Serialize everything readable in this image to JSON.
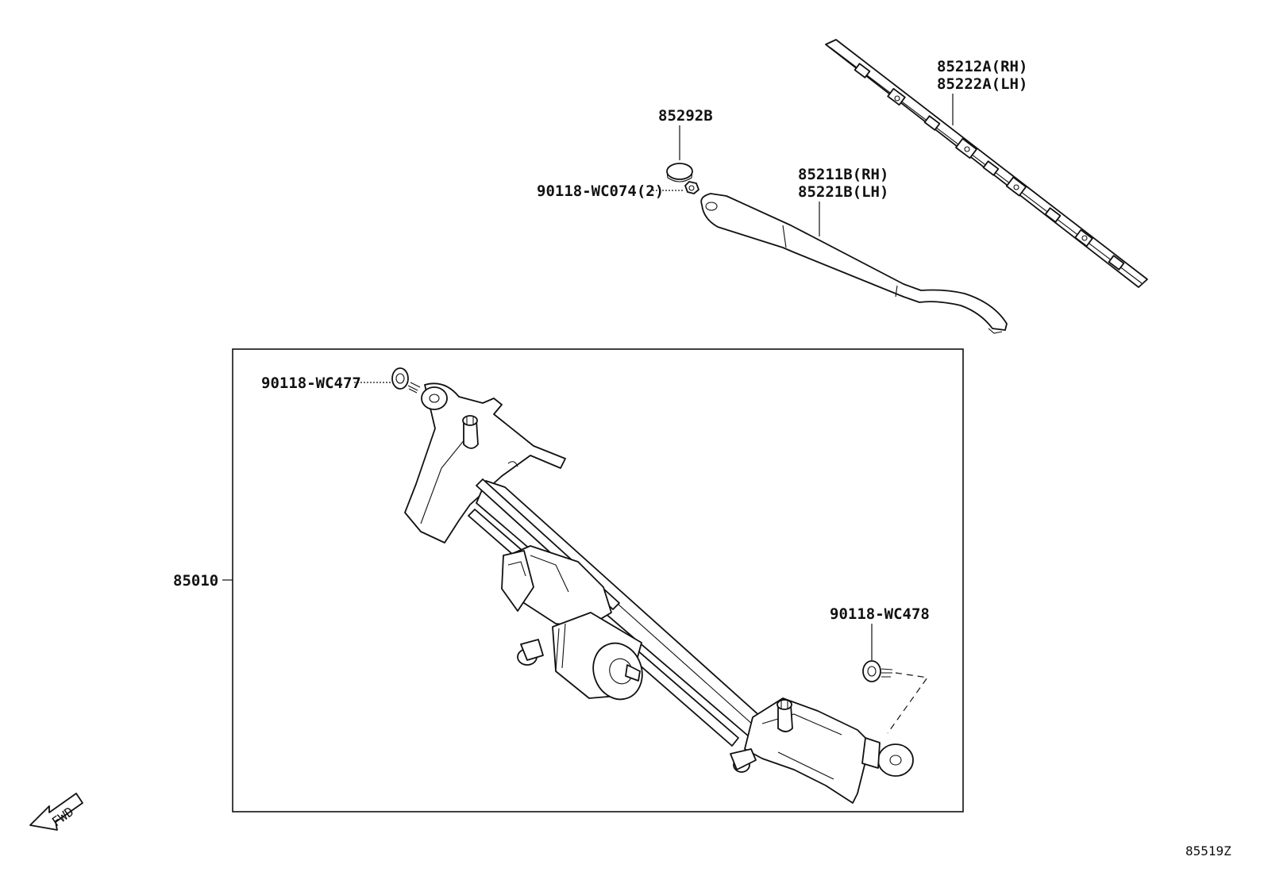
{
  "parts": {
    "blade_rh": "85212A(RH)",
    "blade_lh": "85222A(LH)",
    "cap": "85292B",
    "nut": "90118-WC074(2)",
    "arm_rh": "85211B(RH)",
    "arm_lh": "85221B(LH)",
    "bolt_left": "90118-WC477",
    "assembly": "85010",
    "bolt_right": "90118-WC478"
  },
  "fwd_label": "FWD",
  "diagram_id": "85519Z"
}
